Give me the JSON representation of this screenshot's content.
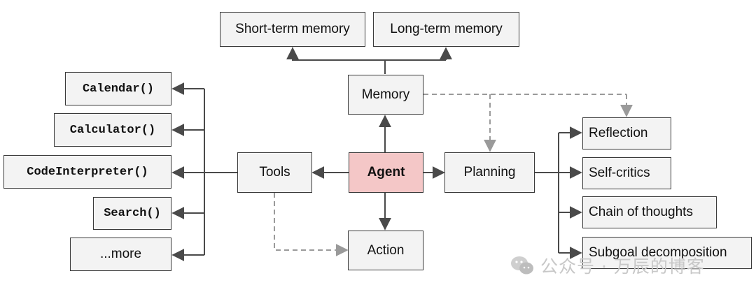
{
  "nodes": {
    "short_term_memory": "Short-term memory",
    "long_term_memory": "Long-term memory",
    "memory": "Memory",
    "agent": "Agent",
    "tools": "Tools",
    "planning": "Planning",
    "action": "Action",
    "reflection": "Reflection",
    "self_critics": "Self-critics",
    "chain_of_thoughts": "Chain of thoughts",
    "subgoal_decomposition": "Subgoal decomposition",
    "calendar": "Calendar()",
    "calculator": "Calculator()",
    "code_interpreter": "CodeInterpreter()",
    "search": "Search()",
    "more": "...more"
  },
  "watermark": {
    "text": "公众号 · 万辰的博客",
    "icon": "wechat-icon"
  },
  "colors": {
    "agent_fill": "#f4c7c7",
    "node_fill": "#f3f3f3",
    "line": "#4a4a4a",
    "dashed_line": "#9a9a9a"
  }
}
